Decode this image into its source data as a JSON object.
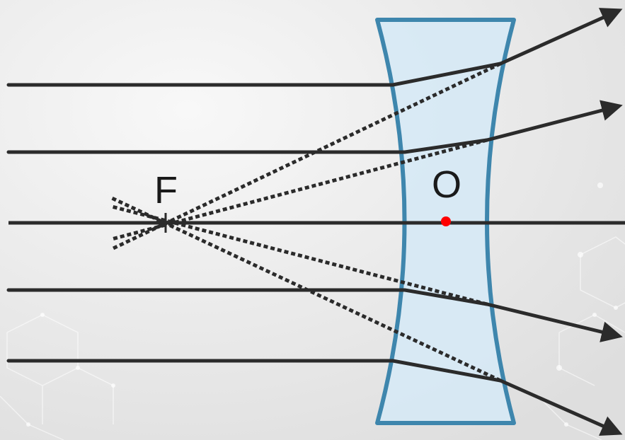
{
  "labels": {
    "focal_point": "F",
    "optical_center": "O"
  },
  "colors": {
    "background_light": "#f7f7f7",
    "background_dark": "#dcdcdc",
    "lens_fill": "#d6e9f5",
    "lens_stroke": "#3e86ad",
    "ray": "#2b2b2b",
    "center_dot": "#ff0000",
    "text": "#1a1a1a",
    "hex_pattern": "#ffffff"
  },
  "diagram": {
    "subject": "diverging lens",
    "incoming_rays": 5,
    "dotted_extensions_converge_at": "F"
  }
}
